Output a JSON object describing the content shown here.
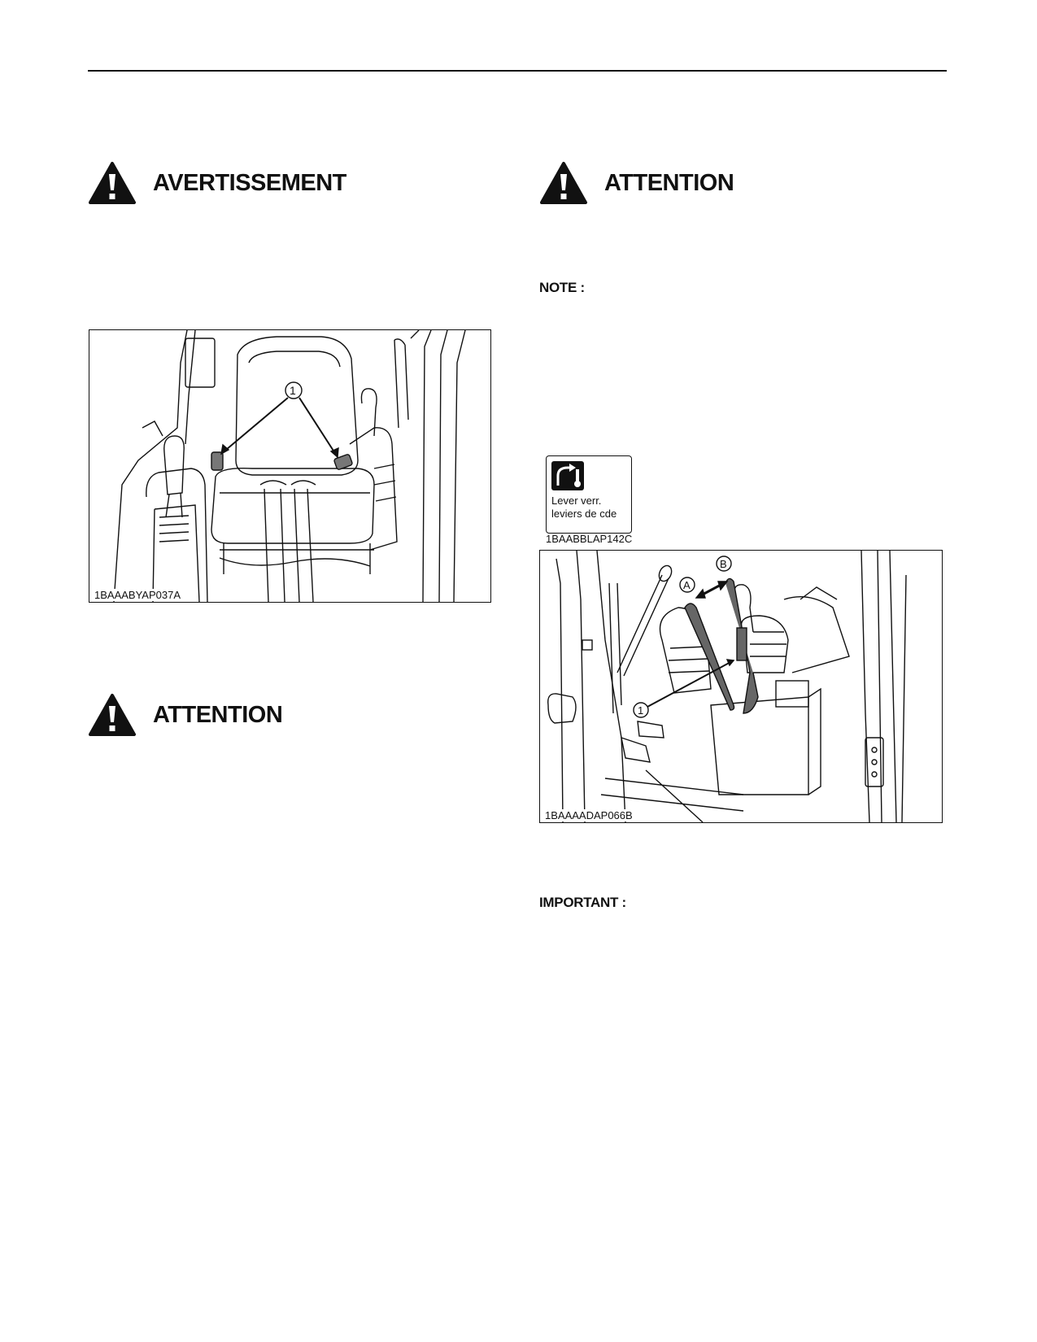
{
  "page": {
    "warnings": [
      {
        "title": "AVERTISSEMENT"
      },
      {
        "title": "ATTENTION"
      },
      {
        "title": "ATTENTION"
      }
    ],
    "note_label": "NOTE :",
    "important_label": "IMPORTANT :"
  },
  "figures": {
    "seat": {
      "code": "1BAAABYAP037A",
      "callout": "1"
    },
    "decal": {
      "line1": "Lever verr.",
      "line2": "leviers de cde",
      "code": "1BAABBLAP142C",
      "icon": "lever-lock-icon"
    },
    "lever": {
      "code": "1BAAAADAP066B",
      "callout_a": "A",
      "callout_b": "B",
      "callout_1": "1"
    }
  },
  "colors": {
    "ink": "#111111",
    "paper": "#ffffff",
    "hatch": "#555555"
  }
}
